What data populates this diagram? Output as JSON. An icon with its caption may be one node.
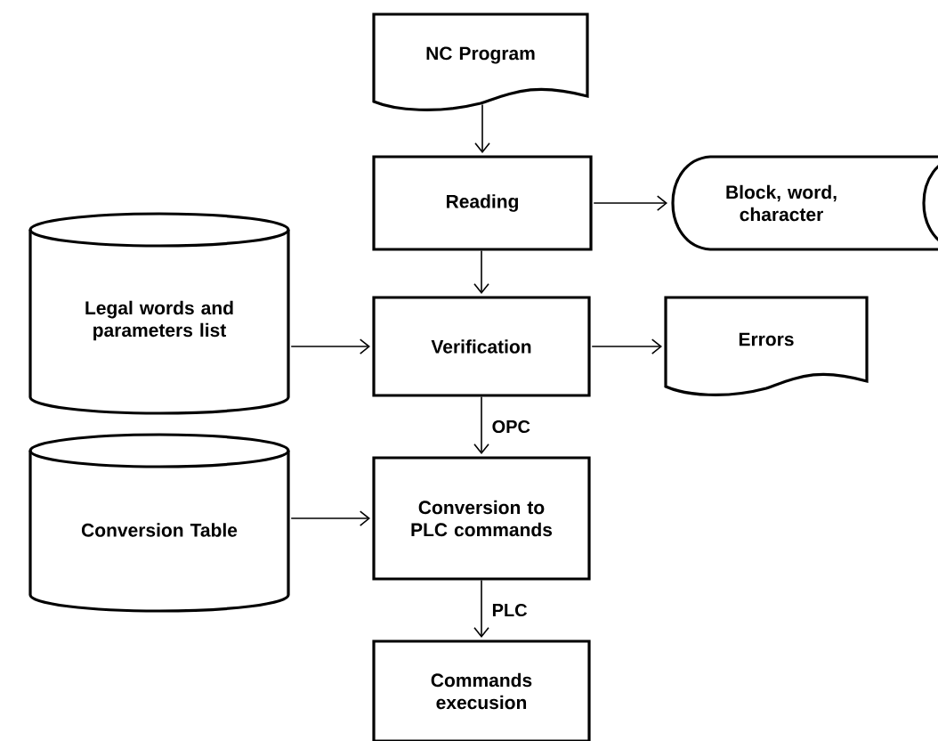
{
  "diagram": {
    "nodes": [
      {
        "text": [
          "NC Program"
        ]
      },
      {
        "text": [
          "Reading"
        ]
      },
      {
        "text": [
          "Block, word, character"
        ]
      },
      {
        "text": [
          "Legal words and parameters list"
        ]
      },
      {
        "text": [
          "Verification"
        ]
      },
      {
        "text": [
          "Errors"
        ]
      },
      {
        "text": [
          "Conversion Table"
        ]
      },
      {
        "text": [
          "Conversion to PLC commands"
        ]
      },
      {
        "text": [
          "Commands execusion"
        ]
      }
    ],
    "edges": [
      {
        "from": 0,
        "to": 1,
        "arrow": "to"
      },
      {
        "from": 1,
        "to": 2,
        "arrow": "to"
      },
      {
        "from": 1,
        "to": 4,
        "arrow": "to"
      },
      {
        "from": 3,
        "to": 4,
        "arrow": "to"
      },
      {
        "from": 4,
        "to": 5,
        "arrow": "to"
      },
      {
        "from": 4,
        "to": 7,
        "arrow": "to",
        "label": "OPC"
      },
      {
        "from": 6,
        "to": 7,
        "arrow": "to"
      },
      {
        "from": 7,
        "to": 8,
        "arrow": "to",
        "label": "PLC"
      }
    ]
  }
}
